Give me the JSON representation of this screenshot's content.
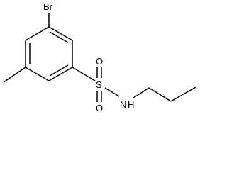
{
  "molecule": {
    "atoms": {
      "bromine": "Br",
      "sulfur": "S",
      "oxygen_top": "O",
      "oxygen_bottom": "O",
      "nitrogen": "N",
      "hydrogen": "H"
    }
  }
}
